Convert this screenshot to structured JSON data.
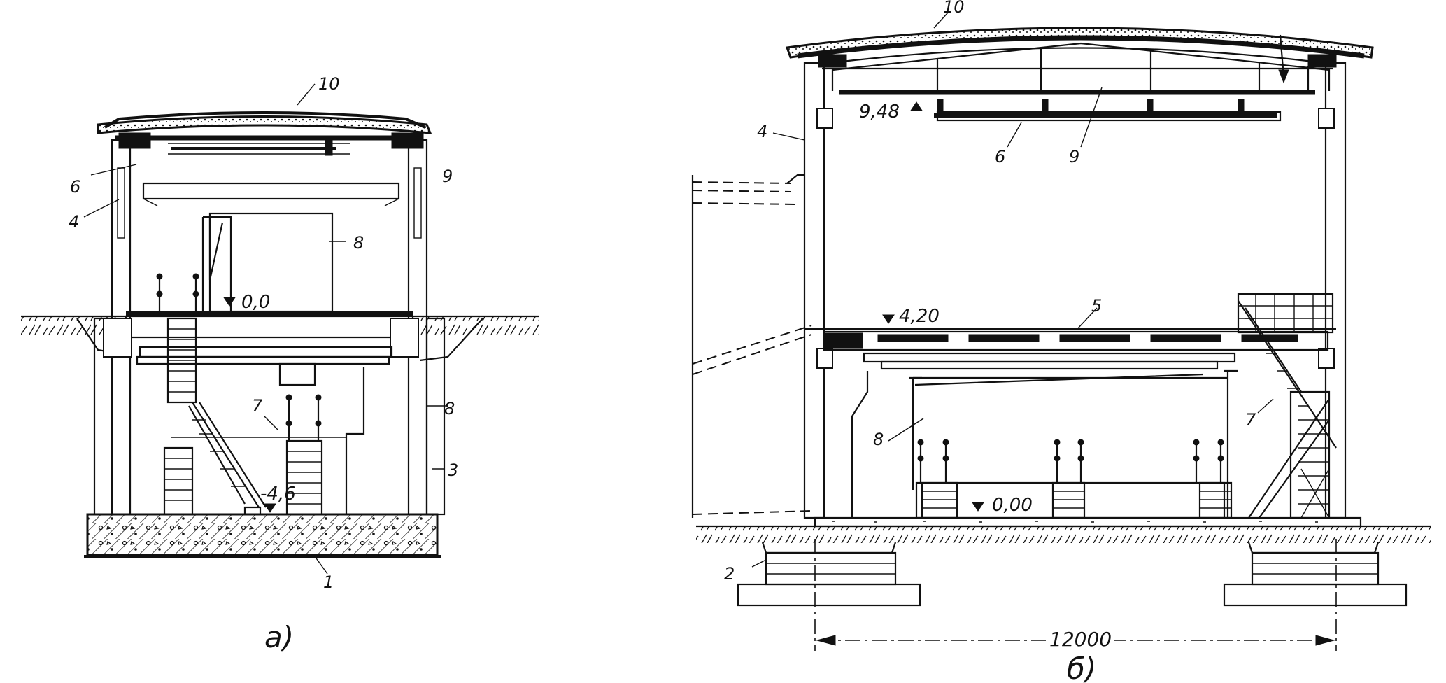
{
  "drawing_a": {
    "caption": "а)",
    "labels": {
      "l10": "10",
      "l6": "6",
      "l9": "9",
      "l4": "4",
      "l8_top": "8",
      "l8_right": "8",
      "l7": "7",
      "l3": "3",
      "l1": "1"
    },
    "levels": {
      "top": "0,0",
      "bottom": "-4,6"
    }
  },
  "drawing_b": {
    "caption": "б)",
    "labels": {
      "l10": "10",
      "l4": "4",
      "l6": "6",
      "l9": "9",
      "l5": "5",
      "l8": "8",
      "l7": "7",
      "l2": "2"
    },
    "levels": {
      "crane": "9,48",
      "floor": "4,20",
      "ground": "0,00"
    },
    "dimension": "12000"
  }
}
